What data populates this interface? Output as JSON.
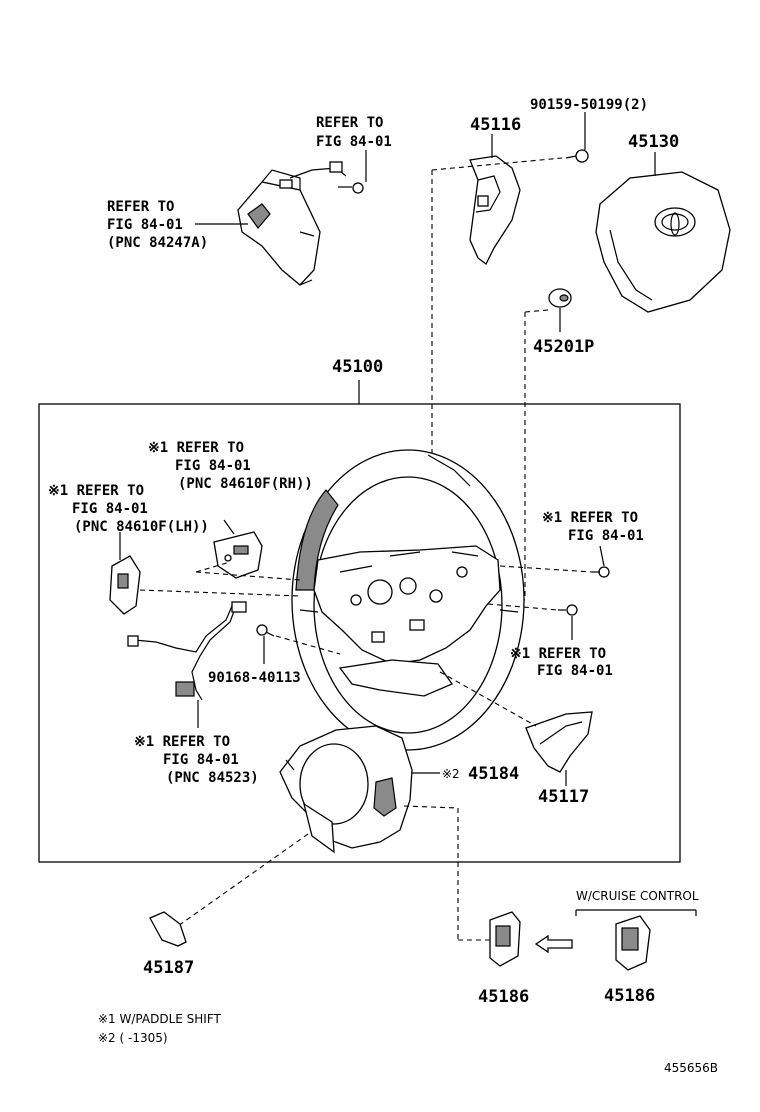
{
  "labels": {
    "p90159": "90159-50199(2)",
    "p45116": "45116",
    "p45130": "45130",
    "p45201P": "45201P",
    "p45100": "45100",
    "p90168": "90168-40113",
    "p45184": "45184",
    "p45117": "45117",
    "p45187": "45187",
    "p45186a": "45186",
    "p45186b": "45186",
    "diagram_id": "455656B"
  },
  "refers": {
    "top_right_1": "REFER TO",
    "top_right_2": "FIG 84-01",
    "top_left_1": "REFER TO",
    "top_left_2": "FIG 84-01",
    "top_left_3": "(PNC 84247A)",
    "rh_1": "※1 REFER TO",
    "rh_2": "FIG 84-01",
    "rh_3": "(PNC 84610F(RH))",
    "lh_1": "※1 REFER TO",
    "lh_2": "FIG 84-01",
    "lh_3": "(PNC 84610F(LH))",
    "right_a_1": "※1 REFER TO",
    "right_a_2": "FIG 84-01",
    "right_b_1": "※1 REFER TO",
    "right_b_2": "FIG 84-01",
    "bottom_1": "※1 REFER TO",
    "bottom_2": "FIG 84-01",
    "bottom_3": "(PNC 84523)",
    "mark2": "※2"
  },
  "notes": {
    "cruise_control": "W/CRUISE CONTROL",
    "note1": "※1 W/PADDLE SHIFT",
    "note2": "※2 (     -1305)"
  }
}
